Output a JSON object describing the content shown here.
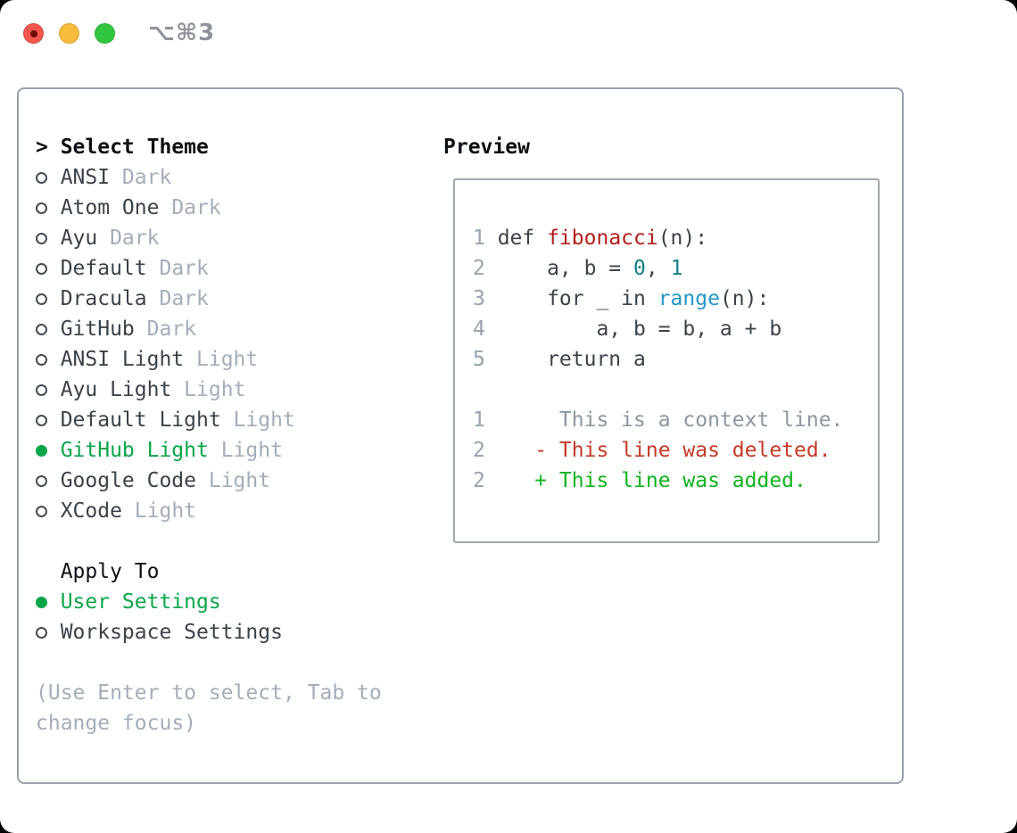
{
  "window": {
    "title": "⌥⌘3",
    "traffic_lights": [
      "close",
      "minimize",
      "zoom"
    ]
  },
  "theme_picker": {
    "prompt": ">",
    "title": "Select Theme",
    "themes": [
      {
        "name": "ANSI",
        "variant": "Dark",
        "selected": false
      },
      {
        "name": "Atom One",
        "variant": "Dark",
        "selected": false
      },
      {
        "name": "Ayu",
        "variant": "Dark",
        "selected": false
      },
      {
        "name": "Default",
        "variant": "Dark",
        "selected": false
      },
      {
        "name": "Dracula",
        "variant": "Dark",
        "selected": false
      },
      {
        "name": "GitHub",
        "variant": "Dark",
        "selected": false
      },
      {
        "name": "ANSI Light",
        "variant": "Light",
        "selected": false
      },
      {
        "name": "Ayu Light",
        "variant": "Light",
        "selected": false
      },
      {
        "name": "Default Light",
        "variant": "Light",
        "selected": false
      },
      {
        "name": "GitHub Light",
        "variant": "Light",
        "selected": true
      },
      {
        "name": "Google Code",
        "variant": "Light",
        "selected": false
      },
      {
        "name": "XCode",
        "variant": "Light",
        "selected": false
      }
    ],
    "apply_to": {
      "title": "Apply To",
      "options": [
        {
          "name": "User Settings",
          "selected": true
        },
        {
          "name": "Workspace Settings",
          "selected": false
        }
      ]
    },
    "help_text": "(Use Enter to select, Tab to change focus)"
  },
  "preview": {
    "title": "Preview",
    "lines": [
      {
        "num": "1",
        "segs": [
          [
            "def ",
            "code"
          ],
          [
            "fibonacci",
            "func"
          ],
          [
            "(n):",
            "code"
          ]
        ]
      },
      {
        "num": "2",
        "segs": [
          [
            "    a, b = ",
            "code"
          ],
          [
            "0",
            "num"
          ],
          [
            ", ",
            "code"
          ],
          [
            "1",
            "num"
          ]
        ]
      },
      {
        "num": "3",
        "segs": [
          [
            "    for _ in ",
            "code"
          ],
          [
            "range",
            "builtin"
          ],
          [
            "(n):",
            "code"
          ]
        ]
      },
      {
        "num": "4",
        "segs": [
          [
            "        a, b = b, a + b",
            "code"
          ]
        ]
      },
      {
        "num": "5",
        "segs": [
          [
            "    return a",
            "code"
          ]
        ]
      },
      {
        "num": "",
        "segs": []
      },
      {
        "num": "1",
        "segs": [
          [
            "     This is a context line.",
            "ctx"
          ]
        ]
      },
      {
        "num": "2",
        "segs": [
          [
            "   - This line was deleted.",
            "del"
          ]
        ]
      },
      {
        "num": "2",
        "segs": [
          [
            "   + This line was added.",
            "add"
          ]
        ]
      }
    ]
  },
  "colors": {
    "selection_green": "#09a649",
    "added_green": "#10b31e",
    "deleted_red": "#c43a26",
    "function_red": "#b1201b",
    "number_teal": "#0e7f87",
    "builtin_blue": "#2596c8",
    "text_dark": "#3c424a",
    "muted_gray": "#a4adb9",
    "line_number_gray": "#98a2ae",
    "panel_border": "#99a1ab",
    "traffic_red": "#f4564e",
    "traffic_yellow": "#f8bc3c",
    "traffic_green": "#31c63f",
    "title_gray": "#8f939a"
  }
}
